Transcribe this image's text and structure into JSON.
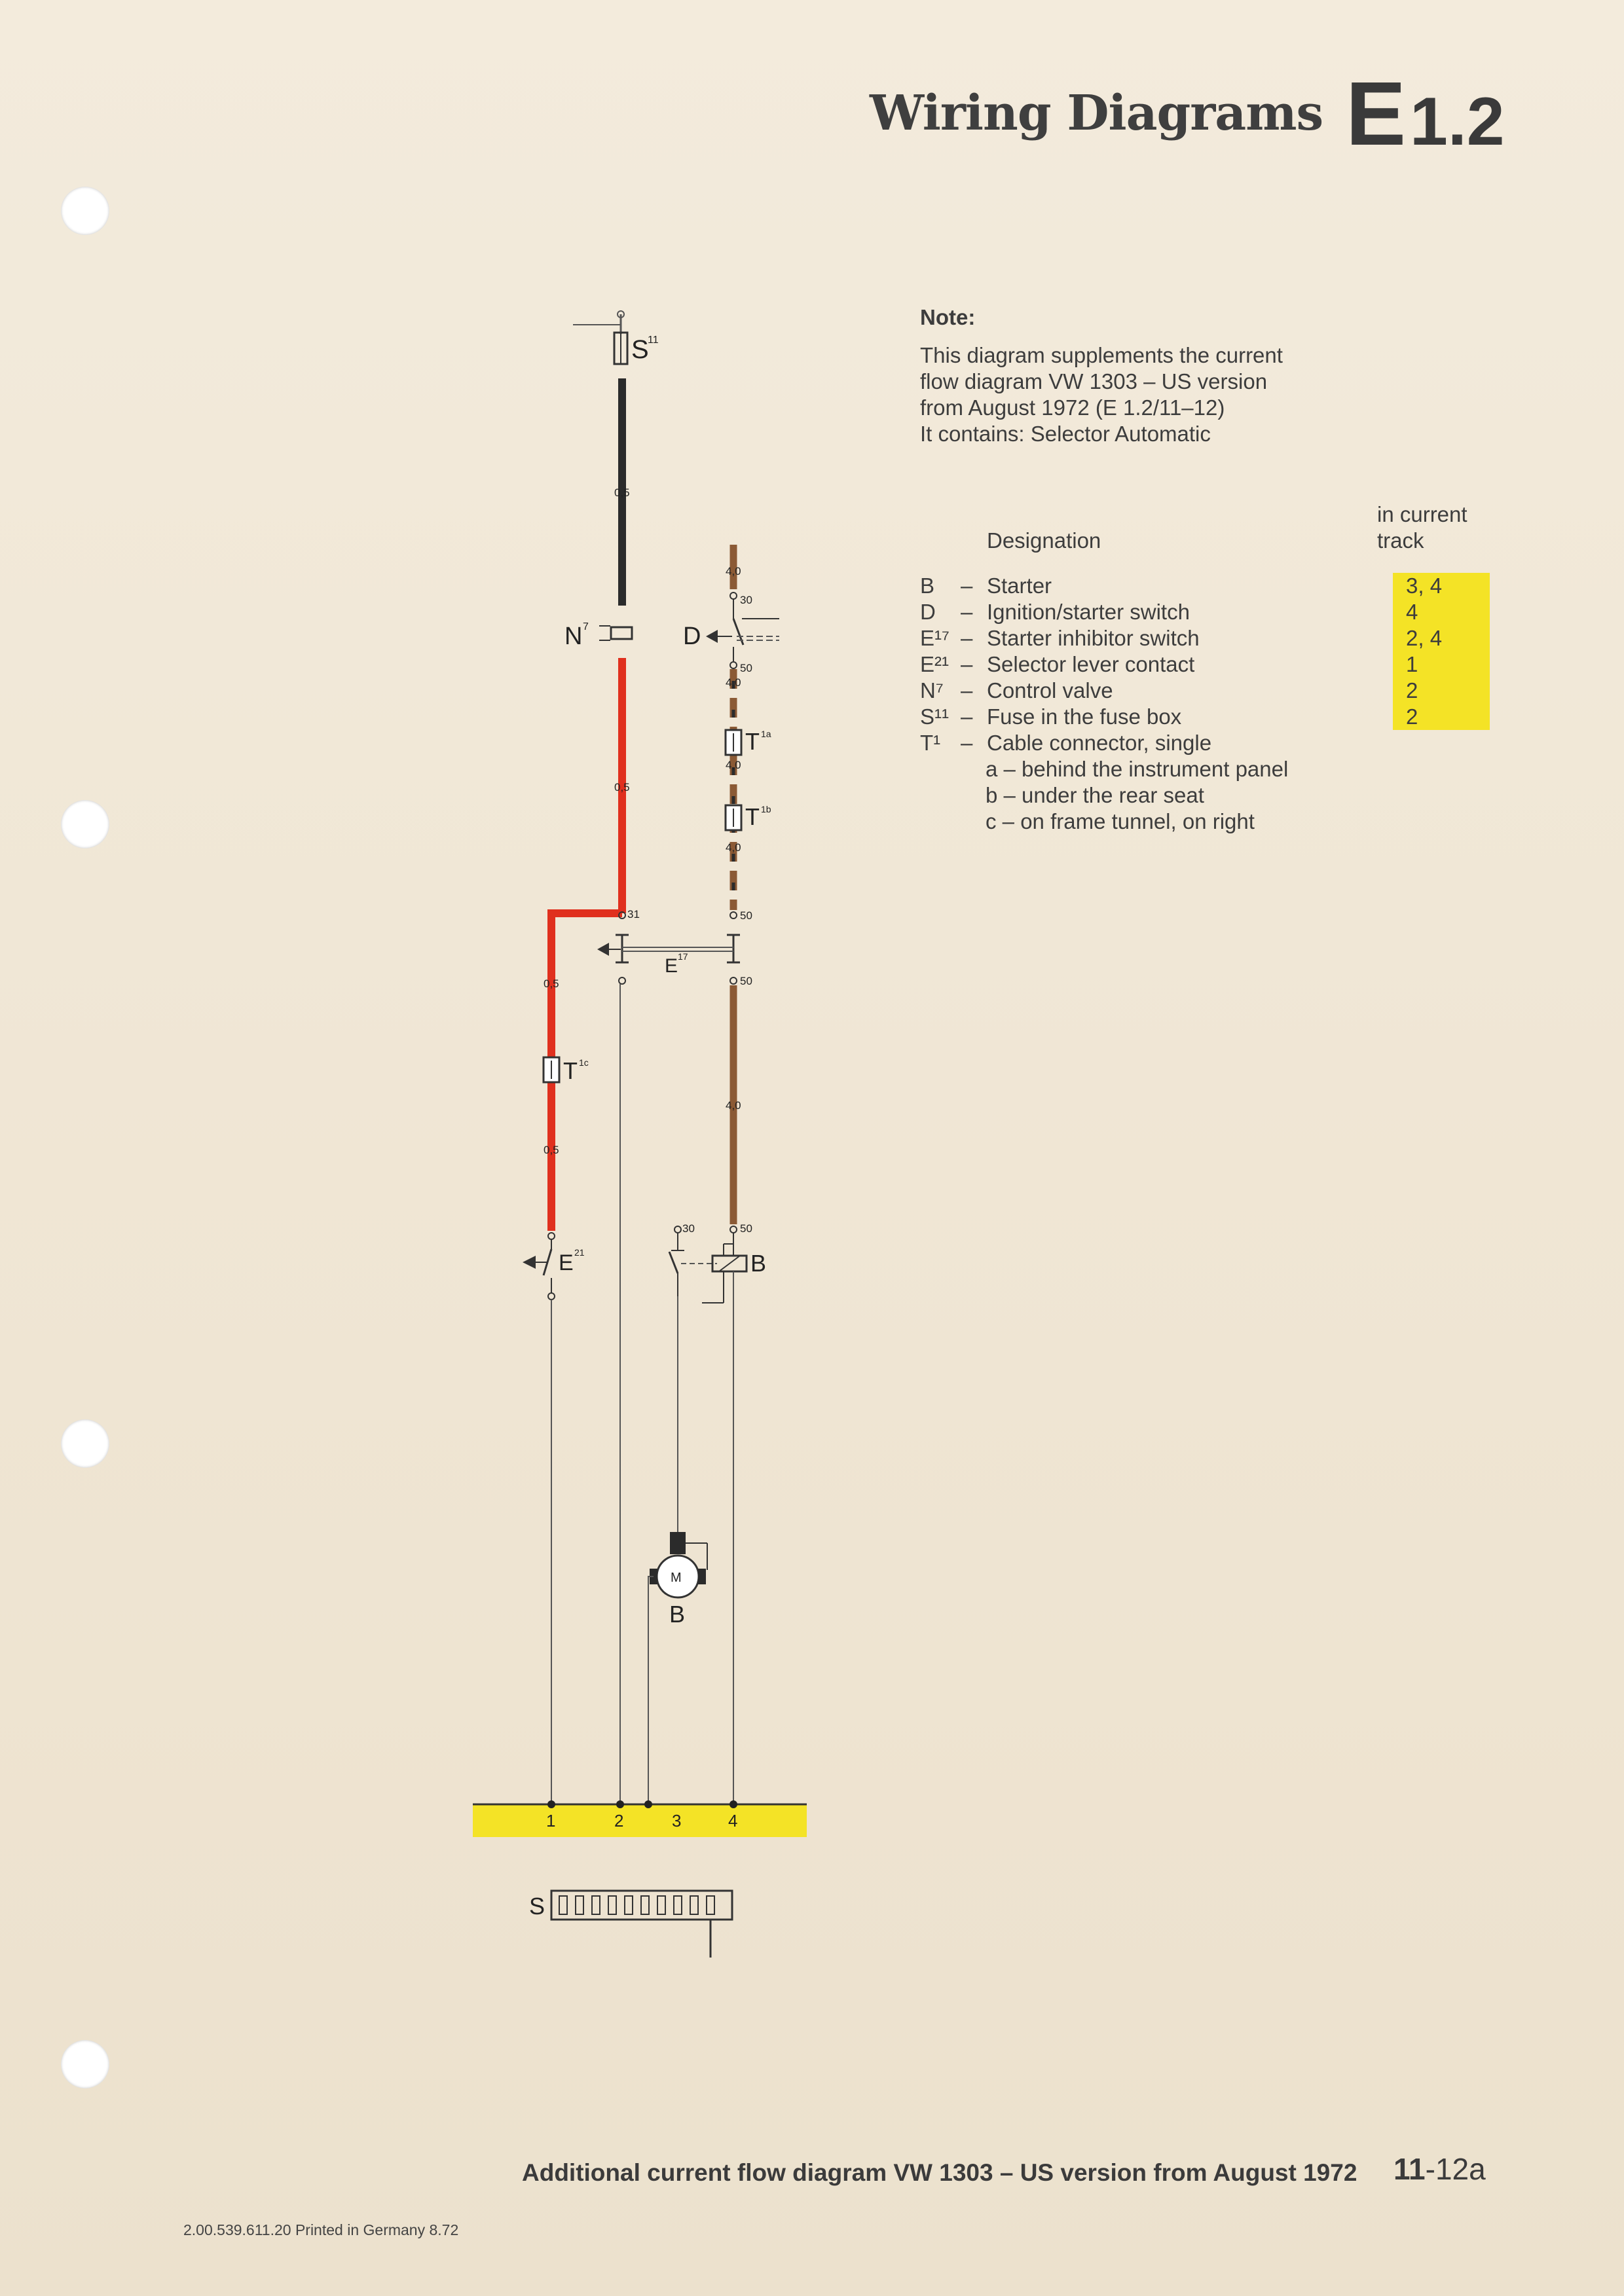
{
  "header": {
    "title": "Wiring Diagrams",
    "section_letter": "E",
    "section_number": "1.2"
  },
  "note": {
    "heading": "Note:",
    "lines": [
      "This diagram supplements the current",
      "flow diagram VW 1303 – US version",
      "from August 1972 (E 1.2/11–12)",
      "It contains: Selector Automatic"
    ]
  },
  "legend": {
    "designation_header": "Designation",
    "track_header_line1": "in current",
    "track_header_line2": "track",
    "items": [
      {
        "code": "B",
        "desc": "Starter",
        "track": "3, 4"
      },
      {
        "code": "D",
        "desc": "Ignition/starter switch",
        "track": "4"
      },
      {
        "code": "E¹⁷",
        "desc": "Starter inhibitor switch",
        "track": "2, 4"
      },
      {
        "code": "E²¹",
        "desc": "Selector lever contact",
        "track": "1"
      },
      {
        "code": "N⁷",
        "desc": "Control valve",
        "track": "2"
      },
      {
        "code": "S¹¹",
        "desc": "Fuse in the fuse box",
        "track": "2"
      },
      {
        "code": "T¹",
        "desc": "Cable connector, single",
        "track": ""
      }
    ],
    "subitems": [
      "a – behind the instrument panel",
      "b – under the rear seat",
      "c – on frame tunnel, on right"
    ],
    "highlight_color": "#f4e326"
  },
  "diagram": {
    "colors": {
      "red": "#e0301e",
      "black": "#2b2b2b",
      "brown": "#8b5a35",
      "yellow_bar": "#f4e326",
      "thin_line": "#555555"
    },
    "labels": {
      "S11": "S",
      "S11_sup": "11",
      "N7": "N",
      "N7_sup": "7",
      "D": "D",
      "T1a": "T",
      "T1a_sup": "1a",
      "T1b": "T",
      "T1b_sup": "1b",
      "T1c": "T",
      "T1c_sup": "1c",
      "E17": "E",
      "E17_sup": "17",
      "E21": "E",
      "E21_sup": "21",
      "B_solenoid": "B",
      "B_motor": "B",
      "motor_m": "M",
      "fuse_box": "S"
    },
    "wire_sizes": {
      "s11_mid": "0,5",
      "n7_below": "0,5",
      "tc_above": "0,5",
      "tc_below": "0,5",
      "brown_top": "4,0",
      "brown_a": "4,0",
      "brown_b": "4,0",
      "brown_c": "4,0",
      "brown_d": "4,0"
    },
    "terminals": {
      "d_30": "30",
      "d_50": "50",
      "e17_31": "31",
      "e17_50a": "50",
      "e17_50b": "50",
      "b_30": "30",
      "b_50": "50"
    },
    "tracks": [
      "1",
      "2",
      "3",
      "4"
    ]
  },
  "footer": {
    "caption": "Additional current flow diagram VW 1303 – US version from August 1972",
    "page_number_main": "11",
    "page_number_suffix": "-12a",
    "print_info": "2.00.539.611.20 Printed in Germany 8.72"
  }
}
